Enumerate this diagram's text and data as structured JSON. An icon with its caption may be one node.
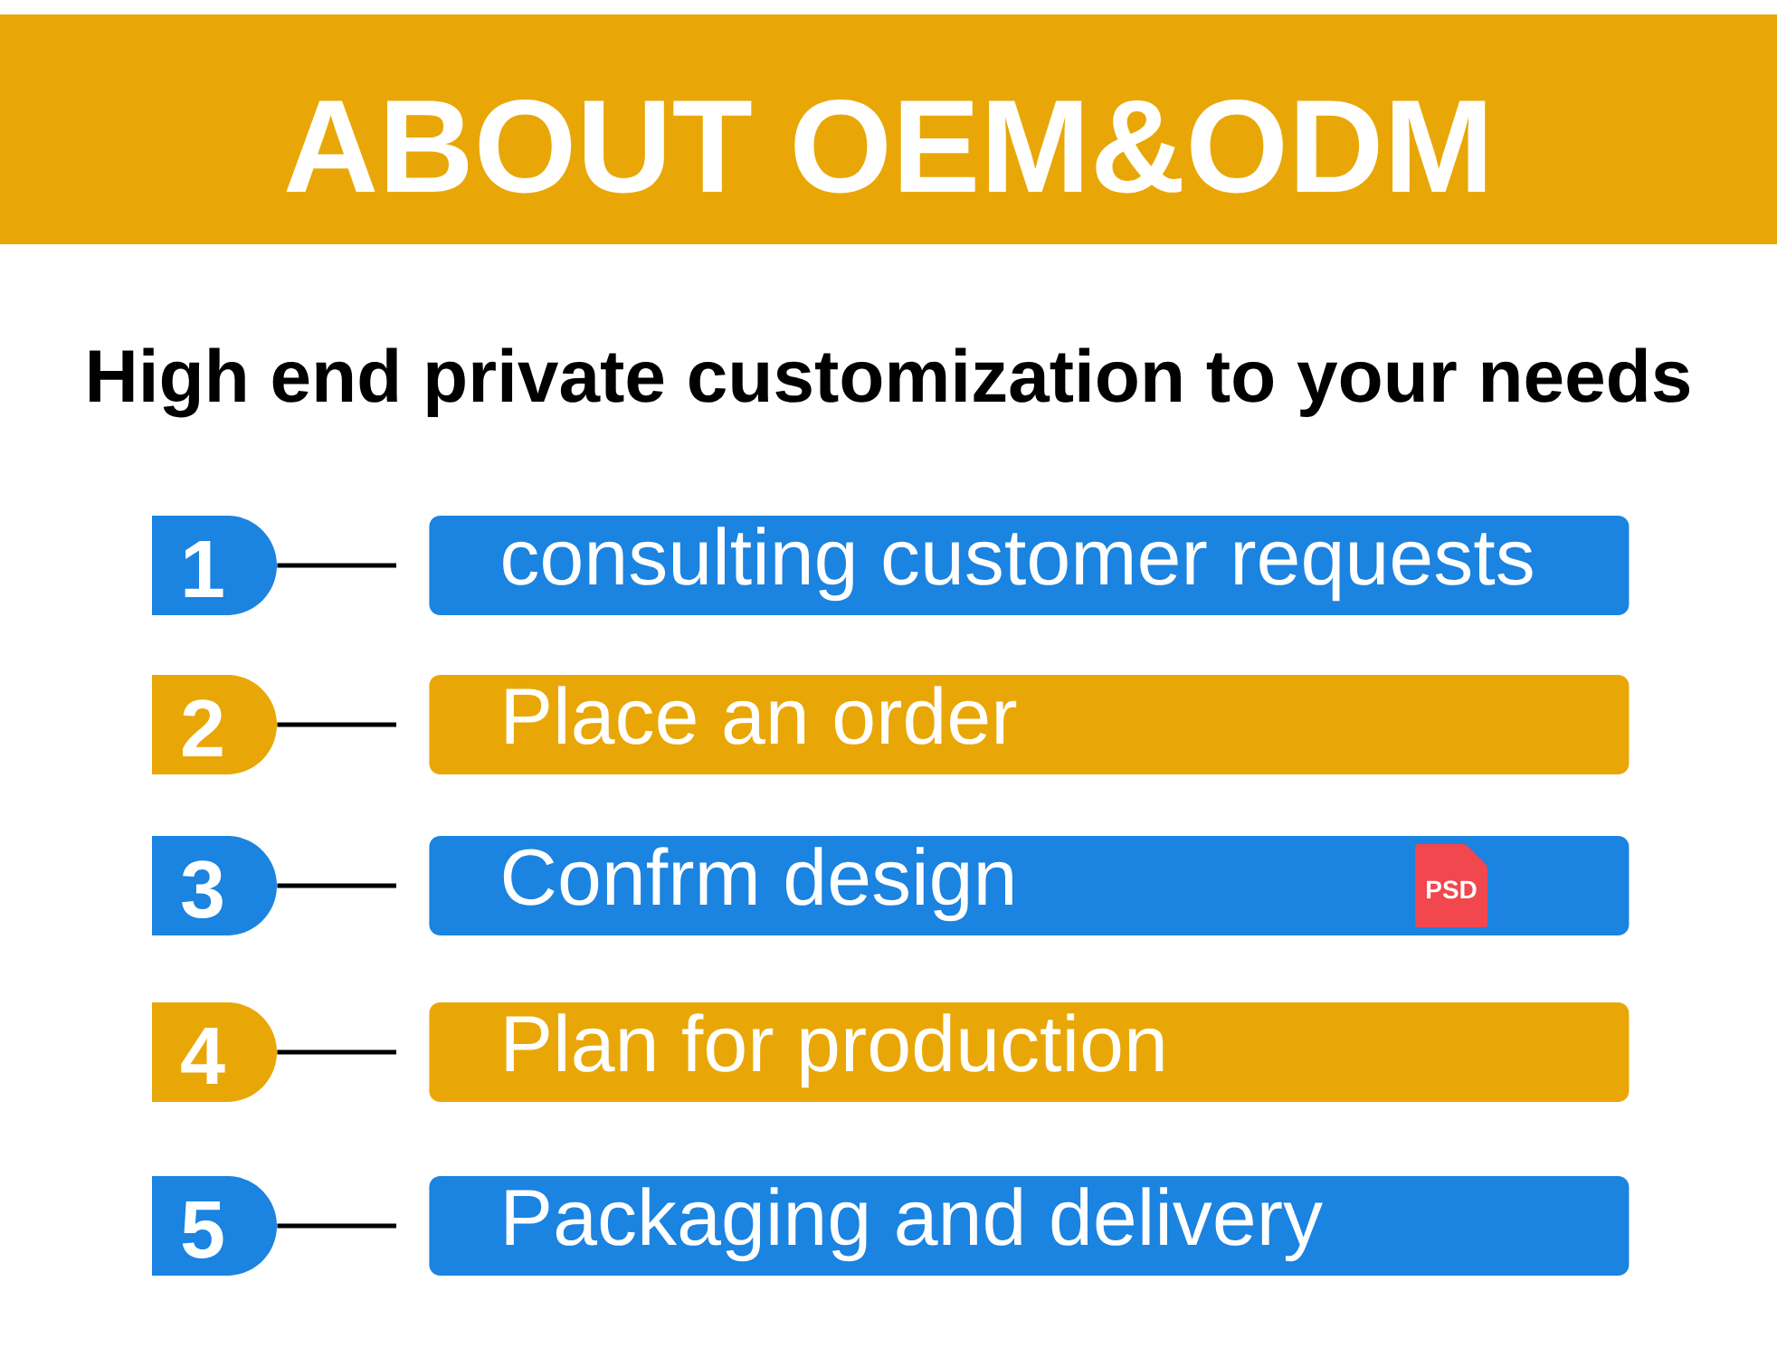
{
  "diagram": {
    "title": "ABOUT OEM&ODM",
    "nodes": [
      {
        "text": [
          "1"
        ]
      },
      {
        "text": [
          "consulting customer requests"
        ]
      },
      {
        "text": [
          "2"
        ]
      },
      {
        "text": [
          "Place an order"
        ]
      },
      {
        "text": [
          "3"
        ]
      },
      {
        "text": [
          "Confrm design"
        ]
      },
      {
        "text": [
          "PSD"
        ],
        "in": 5
      },
      {
        "text": [
          "4"
        ]
      },
      {
        "text": [
          "Plan for production"
        ]
      },
      {
        "text": [
          "5"
        ]
      },
      {
        "text": [
          "Packaging and delivery"
        ]
      }
    ],
    "edges": [
      {
        "from": 0,
        "to": 1,
        "arrow": "none"
      },
      {
        "from": 2,
        "to": 3,
        "arrow": "none"
      },
      {
        "from": 4,
        "to": 5,
        "arrow": "none"
      },
      {
        "from": 7,
        "to": 8,
        "arrow": "none"
      },
      {
        "from": 9,
        "to": 10,
        "arrow": "none"
      }
    ],
    "labels": [
      "High end private customization to your needs"
    ]
  }
}
